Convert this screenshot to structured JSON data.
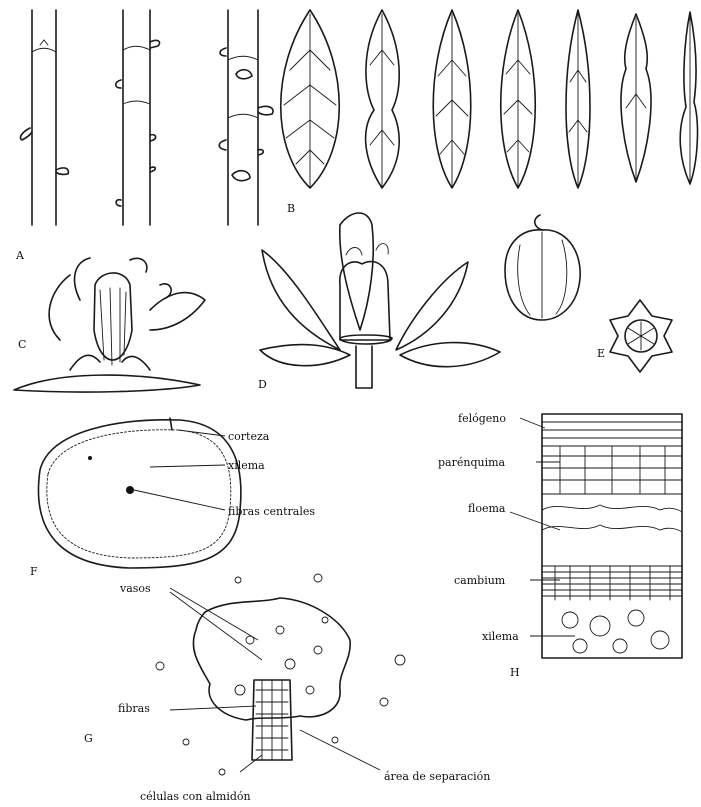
{
  "panels": {
    "A": "A",
    "B": "B",
    "C": "C",
    "D": "D",
    "E": "E",
    "F": "F",
    "G": "G",
    "H": "H"
  },
  "labels": {
    "corteza": "corteza",
    "xilema_f": "xilema",
    "fibras_centrales": "fibras centrales",
    "vasos": "vasos",
    "fibras": "fibras",
    "celulas_almidon": "células con almidón",
    "area_separacion": "área de separación",
    "felogeno": "felógeno",
    "parenquima": "parénquima",
    "floema": "floema",
    "cambium": "cambium",
    "xilema_h": "xilema"
  }
}
